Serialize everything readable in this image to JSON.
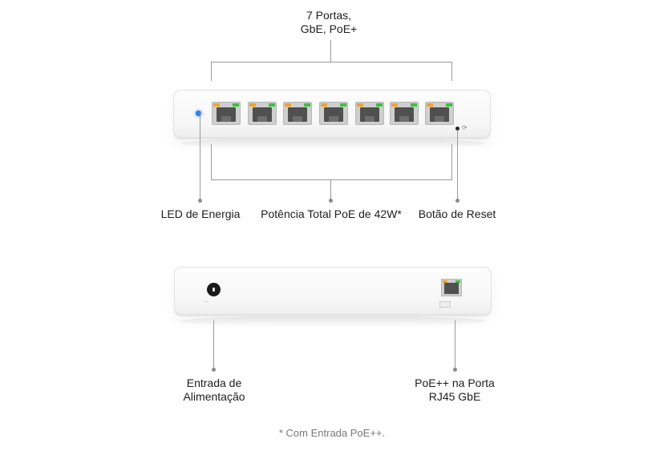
{
  "labels": {
    "ports_line1": "7 Portas,",
    "ports_line2": "GbE, PoE+",
    "power_led": "LED de Energia",
    "poe_total": "Potência Total PoE de 42W*",
    "reset": "Botão de Reset",
    "power_input_line1": "Entrada de",
    "power_input_line2": "Alimentação",
    "uplink_line1": "PoE++ na Porta",
    "uplink_line2": "RJ45 GbE"
  },
  "footnote": "* Com Entrada PoE++.",
  "colors": {
    "device_body": "#f7f7f7",
    "power_led": "#2f7bf2",
    "port_led_left": "#f2a320",
    "port_led_right": "#38c43b",
    "leader_line": "#9a9a9a"
  },
  "front_ports": [
    {
      "icon": "rj45-port-icon"
    },
    {
      "icon": "rj45-port-icon"
    },
    {
      "icon": "rj45-port-icon"
    },
    {
      "icon": "rj45-port-icon"
    },
    {
      "icon": "rj45-port-icon"
    },
    {
      "icon": "rj45-port-icon"
    },
    {
      "icon": "rj45-port-icon"
    }
  ]
}
